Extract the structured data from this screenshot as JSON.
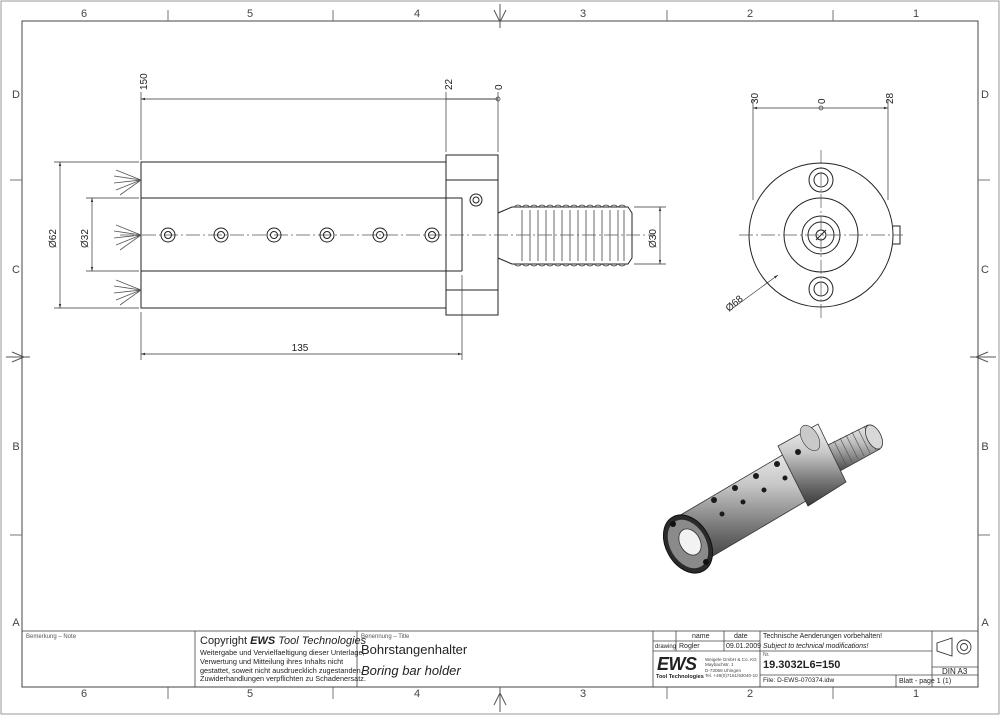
{
  "border": {
    "columns_top": [
      "6",
      "5",
      "4",
      "3",
      "2",
      "1"
    ],
    "columns_bottom": [
      "6",
      "5",
      "4",
      "3",
      "2",
      "1"
    ],
    "rows_left": [
      "D",
      "C",
      "B",
      "A"
    ],
    "rows_right": [
      "D",
      "C",
      "B",
      "A"
    ]
  },
  "front_view": {
    "dim_150": "150",
    "dim_22": "22",
    "dim_0": "0",
    "dim_62": "Ø62",
    "dim_32": "Ø32",
    "dim_30": "Ø30",
    "dim_135": "135"
  },
  "side_view": {
    "dim_30": "30",
    "dim_0": "0",
    "dim_28": "28",
    "dim_68": "Ø68"
  },
  "title_block": {
    "note_label": "Bemerkung – Note",
    "copyright_prefix": "Copyright ",
    "copyright_brand": "EWS",
    "copyright_suffix": " Tool Technologies",
    "copyright_text": [
      "Weitergabe und Vervielfaeltigung dieser Unterlage,",
      "Verwertung und Mitteilung ihres Inhalts nicht",
      "gestattet, soweit nicht ausdruecklich zugestanden.",
      "Zuwiderhandlungen verpflichten zu Schadenersatz."
    ],
    "title_label": "Benennung – Title",
    "title_de": "Bohrstangenhalter",
    "title_en": "Boring bar holder",
    "col_name": "name",
    "col_date": "date",
    "row_drawing": "drawing",
    "drawn_by": "Rogler",
    "drawn_date": "09.01.2009",
    "logo_text": "EWS",
    "logo_sub": "Tool Technologies",
    "company_lines": [
      "Weigele GmbH & Co. KG",
      "Maybachstr. 1",
      "D-73066 Uhingen",
      "Tel. +49(0)7161/93040-10"
    ],
    "note_de": "Technische Aenderungen vorbehalten!",
    "note_en": "Subject to technical modifications!",
    "number_label": "Nr.",
    "part_number": "19.3032L6=150",
    "file_name": "File: D-EWS-070374.idw",
    "din_format": "DIN A3",
    "sheet_label": "Blatt - page",
    "sheet_value": "1 (1)"
  }
}
